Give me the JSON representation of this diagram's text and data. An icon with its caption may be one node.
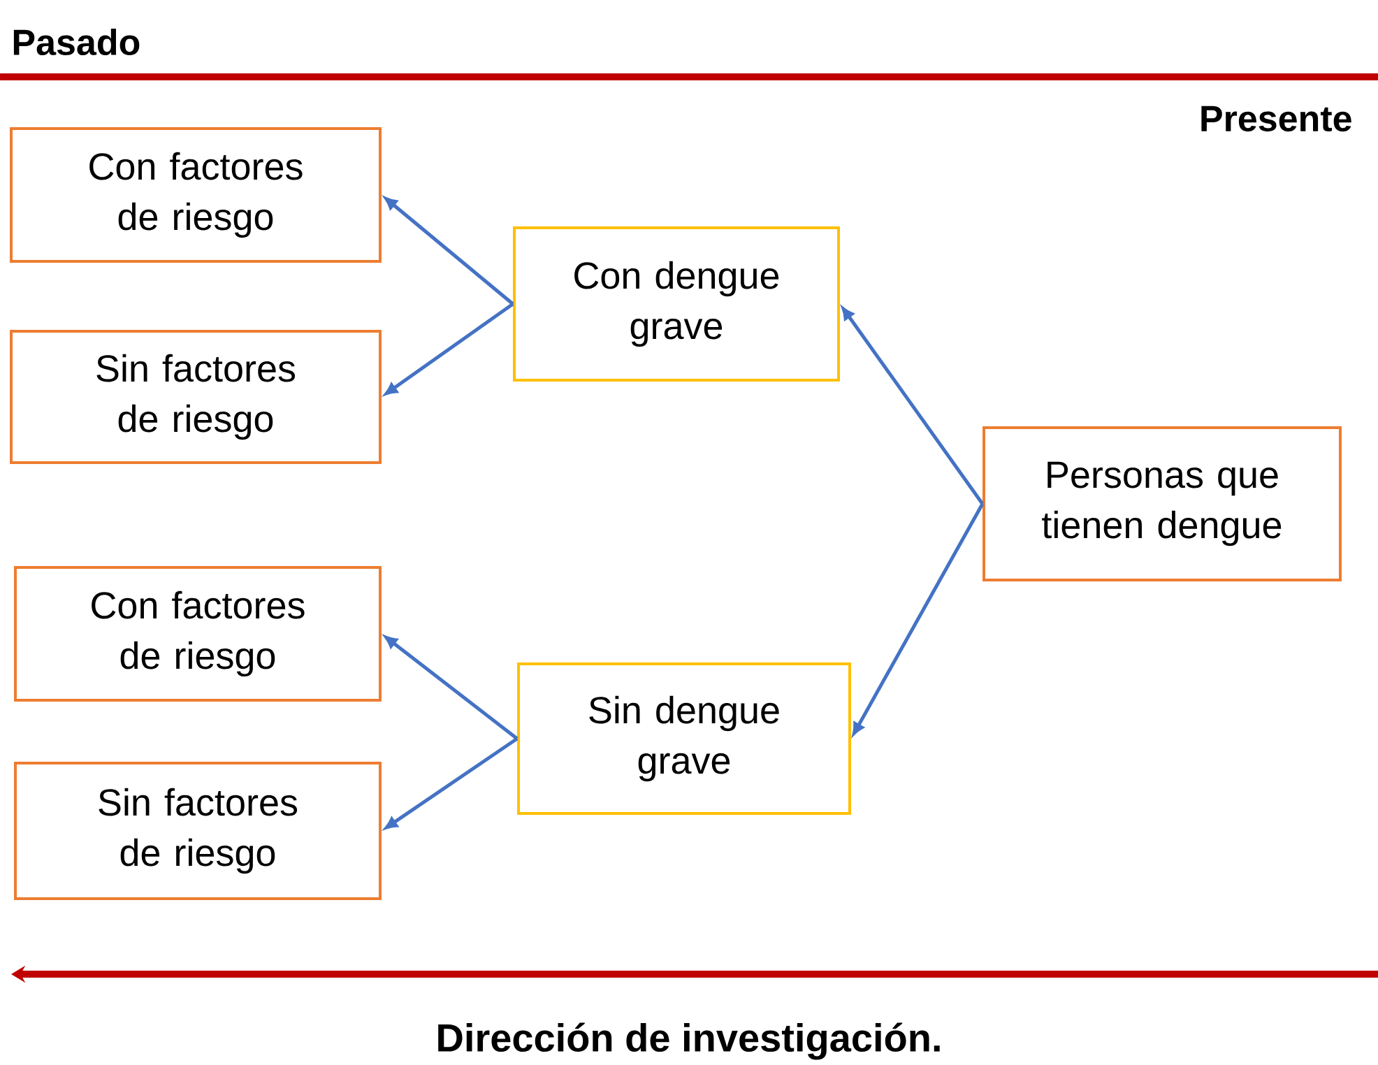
{
  "diagram": {
    "nodes": [
      {
        "text": [
          "Con factores de riesgo"
        ]
      },
      {
        "text": [
          "Sin factores de riesgo"
        ]
      },
      {
        "text": [
          "Con dengue grave"
        ]
      },
      {
        "text": [
          "Personas que tienen dengue"
        ]
      },
      {
        "text": [
          "Con factores de riesgo"
        ]
      },
      {
        "text": [
          "Sin factores de riesgo"
        ]
      },
      {
        "text": [
          "Sin dengue grave"
        ]
      }
    ],
    "edges": [
      {
        "from": 3,
        "to": 2,
        "arrow": "to"
      },
      {
        "from": 3,
        "to": 6,
        "arrow": "to"
      },
      {
        "from": 2,
        "to": 0,
        "arrow": "to"
      },
      {
        "from": 2,
        "to": 1,
        "arrow": "to"
      },
      {
        "from": 6,
        "to": 4,
        "arrow": "to"
      },
      {
        "from": 6,
        "to": 5,
        "arrow": "to"
      }
    ],
    "labels": [
      "Pasado",
      "Presente",
      "Dirección de investigación."
    ]
  }
}
